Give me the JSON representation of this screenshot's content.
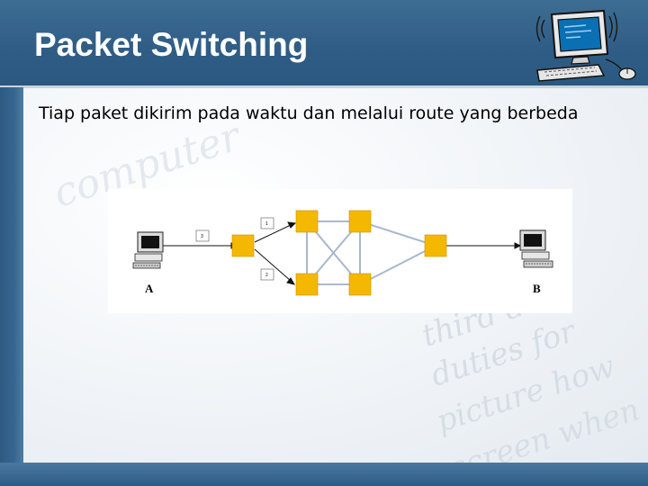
{
  "slide": {
    "title": "Packet Switching",
    "subtitle": "Tiap paket dikirim pada waktu dan melalui route yang berbeda"
  },
  "diagram": {
    "host_a_label": "A",
    "host_b_label": "B",
    "packets": [
      "3",
      "1",
      "2"
    ]
  },
  "colors": {
    "header": "#2f5d86",
    "switch_node": "#f5b800",
    "link": "#a9b8cc"
  },
  "icons": [
    "computer-clipart-icon",
    "computer-a-icon",
    "computer-b-icon"
  ]
}
